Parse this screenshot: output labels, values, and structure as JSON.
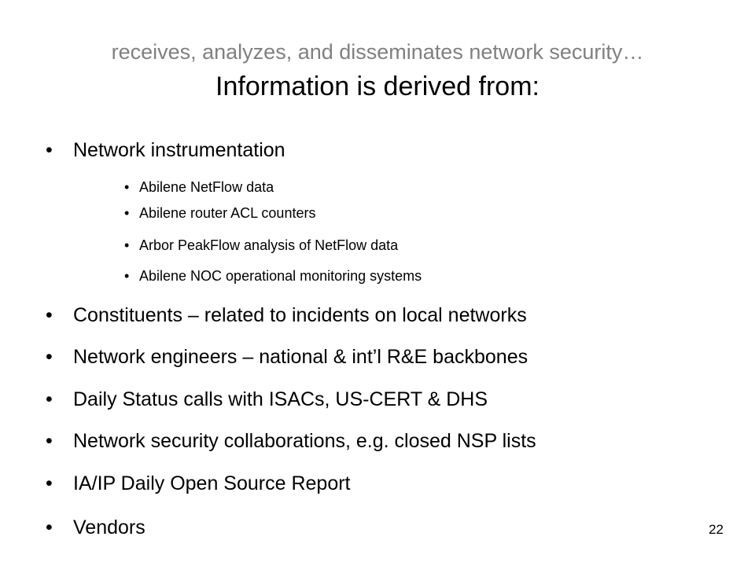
{
  "slide": {
    "subtitle": "receives, analyzes, and disseminates network security…",
    "title": "Information is derived from:",
    "bullet_glyph": "•",
    "items": [
      {
        "level": 1,
        "text": "Network instrumentation"
      },
      {
        "level": 2,
        "text": "Abilene NetFlow data"
      },
      {
        "level": 2,
        "text": "Abilene router ACL counters"
      },
      {
        "level": 2,
        "text": "Arbor PeakFlow analysis of NetFlow data"
      },
      {
        "level": 2,
        "text": "Abilene NOC operational monitoring systems"
      },
      {
        "level": 1,
        "text": "Constituents – related to incidents on local networks"
      },
      {
        "level": 1,
        "text": "Network engineers – national & int’l R&E backbones"
      },
      {
        "level": 1,
        "text": "Daily Status calls with ISACs, US-CERT & DHS"
      },
      {
        "level": 1,
        "text": "Network security collaborations, e.g. closed NSP lists"
      },
      {
        "level": 1,
        "text": "IA/IP Daily Open Source Report"
      },
      {
        "level": 1,
        "text": "Vendors"
      }
    ],
    "page_number": "22"
  }
}
